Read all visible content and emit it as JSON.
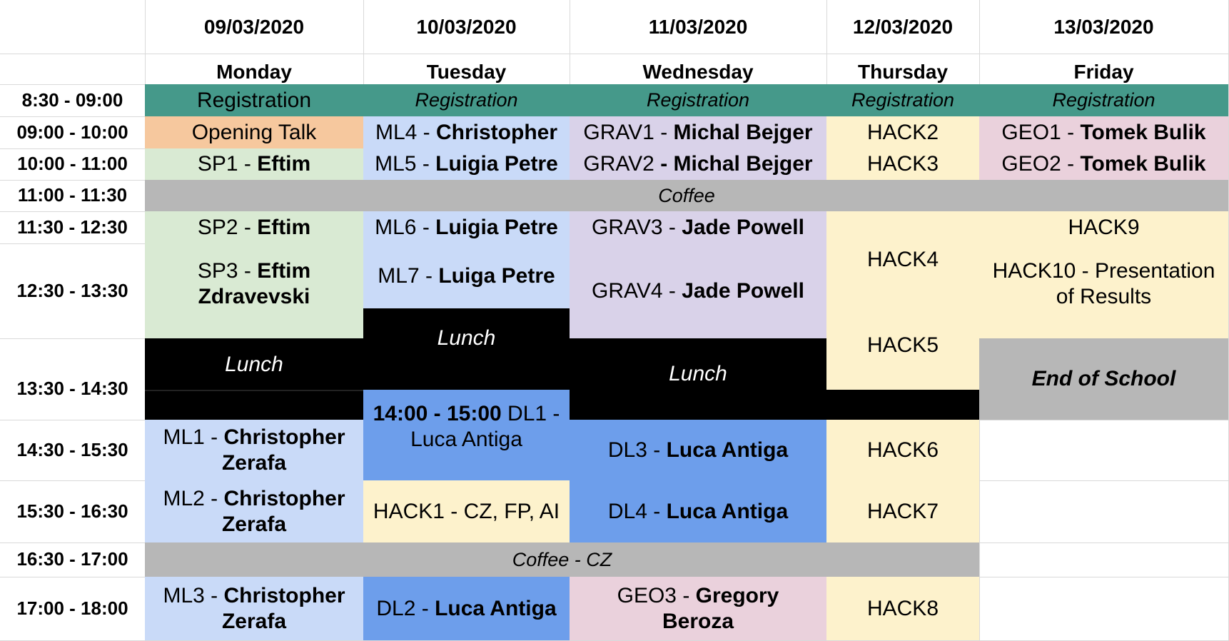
{
  "header": {
    "dates": [
      "09/03/2020",
      "10/03/2020",
      "11/03/2020",
      "12/03/2020",
      "13/03/2020"
    ],
    "days": [
      "Monday",
      "Tuesday",
      "Wednesday",
      "Thursday",
      "Friday"
    ]
  },
  "times": [
    "8:30 - 09:00",
    "09:00 - 10:00",
    "10:00 - 11:00",
    "11:00 - 11:30",
    "11:30 - 12:30",
    "12:30 - 13:30",
    "13:30 - 14:30",
    "14:30 - 15:30",
    "15:30 - 16:30",
    "16:30 - 17:00",
    "17:00 - 18:00"
  ],
  "colors": {
    "teal": "#45998a",
    "peach": "#f6c89e",
    "green": "#d9ead3",
    "light_blue": "#c9daf8",
    "blue": "#6d9eeb",
    "purple": "#d9d2e9",
    "yellow": "#fdf2cc",
    "pink": "#ead1dc",
    "gray": "#b7b7b7",
    "black": "#000000"
  },
  "cells": {
    "mon_reg": "Registration",
    "tue_reg": "Registration",
    "wed_reg": "Registration",
    "thu_reg": "Registration",
    "fri_reg": "Registration",
    "mon_opening": "Opening Talk",
    "tue_ml4_code": "ML4 - ",
    "tue_ml4_name": "Christopher",
    "wed_grav1_code": "GRAV1 - ",
    "wed_grav1_name": "Michal Bejger",
    "thu_hack2": "HACK2",
    "fri_geo1_code": "GEO1 - ",
    "fri_geo1_name": "Tomek Bulik",
    "mon_sp1_code": "SP1 - ",
    "mon_sp1_name": "Eftim",
    "tue_ml5_code": "ML5 - ",
    "tue_ml5_name": "Luigia Petre",
    "wed_grav2_code": "GRAV2 ",
    "wed_grav2_name": "- Michal Bejger",
    "thu_hack3": "HACK3",
    "fri_geo2_code": "GEO2 - ",
    "fri_geo2_name": "Tomek Bulik",
    "coffee": "Coffee",
    "mon_sp2_code": "SP2 - ",
    "mon_sp2_name": "Eftim",
    "tue_ml6_code": "ML6 - ",
    "tue_ml6_name": "Luigia Petre",
    "wed_grav3_code": "GRAV3 - ",
    "wed_grav3_name": "Jade Powell",
    "thu_hack4": "HACK4",
    "fri_hack9": "HACK9",
    "mon_sp3_code": "SP3 - ",
    "mon_sp3_name1": "Eftim",
    "mon_sp3_name2": "Zdravevski",
    "tue_ml7_code": "ML7 - ",
    "tue_ml7_name": "Luiga Petre",
    "wed_grav4_code": "GRAV4 - ",
    "wed_grav4_name": "Jade Powell",
    "fri_hack10_line1": "HACK10 - Presentation",
    "fri_hack10_line2": "of Results",
    "mon_lunch": "Lunch",
    "tue_lunch": "Lunch",
    "wed_lunch": "Lunch",
    "thu_hack5": "HACK5",
    "fri_end": "End of School",
    "mon_ml1_code": "ML1 - ",
    "mon_ml1_name1": "Christopher",
    "mon_ml1_name2": "Zerafa",
    "tue_dl1_time": "14:00 - 15:00",
    "tue_dl1_code": " DL1 -",
    "tue_dl1_name": "Luca Antiga",
    "wed_dl3_code": "DL3 - ",
    "wed_dl3_name": "Luca Antiga",
    "thu_hack6": "HACK6",
    "mon_ml2_code": "ML2 - ",
    "mon_ml2_name1": "Christopher",
    "mon_ml2_name2": "Zerafa",
    "tue_hack1": "HACK1 - CZ, FP, AI",
    "wed_dl4_code": "DL4 - ",
    "wed_dl4_name": "Luca Antiga",
    "thu_hack7": "HACK7",
    "coffee_cz": "Coffee - CZ",
    "mon_ml3_code": "ML3 - ",
    "mon_ml3_name1": "Christopher",
    "mon_ml3_name2": "Zerafa",
    "tue_dl2_code": "DL2 - ",
    "tue_dl2_name": "Luca Antiga",
    "wed_geo3_code": "GEO3 - ",
    "wed_geo3_name1": "Gregory",
    "wed_geo3_name2": "Beroza",
    "thu_hack8": "HACK8"
  }
}
